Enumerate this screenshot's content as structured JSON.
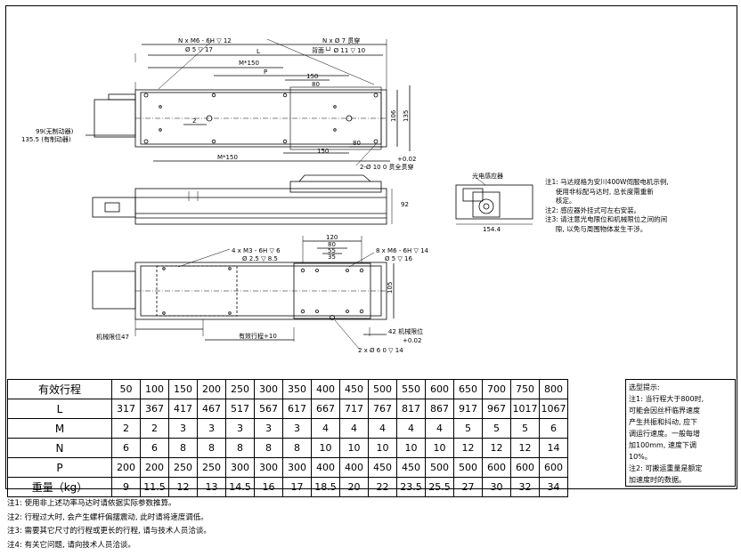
{
  "drawing": {
    "callouts": {
      "n_m6_top": "N x  M6 - 6H  ▽ 12",
      "dia5_top": "Ø 5  ▽ 17",
      "dim_L": "L",
      "dim_M150_top": "M*150",
      "dim_P": "P",
      "n_dia7": "N x Ø 7  贯穿",
      "counterbore": "背面└┘ Ø 11 ▽ 10",
      "dim_150_top": "150",
      "dim_80_top": "80",
      "dim_2": "2",
      "dim_106": "106",
      "dim_135": "135",
      "motor_99": "99(无制动器)",
      "motor_1355": "135.5 (有制动器)",
      "dim_150_bot": "150",
      "dim_80_bot": "80",
      "dim_M150_bot": "M*150",
      "pin_top": "2-Ø 10   0   贯全贯穿",
      "tol_top": "+0.02",
      "dim_92": "92",
      "sensor_label": "光电感应器",
      "dim_1544": "154.4",
      "dim_120": "120",
      "dim_80_mid": "80",
      "dim_55": "55",
      "dim_35": "35",
      "m3_callout": "4 x  M3 - 6H  ▽ 6",
      "dia25": "Ø 2.5  ▽ 8.5",
      "m6_slider": "8 x  M6 - 6H  ▽ 14",
      "dia5_slider": "Ø 5  ▽ 16",
      "dim_105": "105",
      "mech_limit_47": "机械限位47",
      "stroke_10": "有效行程+10",
      "mech_limit_42": "42  机械限位",
      "tol_bot": "+0.02",
      "pin_bot": "2 x Ø  6    0   ▽ 14"
    },
    "notes": [
      "注1: 马达规格为安川400W伺服电机示例,",
      "     使用非标配马达时, 总长度需重新",
      "     核定。",
      "注2: 感应器外挂式可左右安装。",
      "注3: 请注意光电限位和机械限位之间的间",
      "     隙, 以免与周围物体发生干涉。"
    ]
  },
  "table": {
    "rows": [
      {
        "label": "有效行程",
        "values": [
          "50",
          "100",
          "150",
          "200",
          "250",
          "300",
          "350",
          "400",
          "450",
          "500",
          "550",
          "600",
          "650",
          "700",
          "750",
          "800"
        ]
      },
      {
        "label": "L",
        "values": [
          "317",
          "367",
          "417",
          "467",
          "517",
          "567",
          "617",
          "667",
          "717",
          "767",
          "817",
          "867",
          "917",
          "967",
          "1017",
          "1067"
        ]
      },
      {
        "label": "M",
        "values": [
          "2",
          "2",
          "3",
          "3",
          "3",
          "3",
          "3",
          "4",
          "4",
          "4",
          "4",
          "4",
          "5",
          "5",
          "5",
          "6"
        ]
      },
      {
        "label": "N",
        "values": [
          "6",
          "6",
          "8",
          "8",
          "8",
          "8",
          "8",
          "10",
          "10",
          "10",
          "10",
          "10",
          "12",
          "12",
          "12",
          "14"
        ]
      },
      {
        "label": "P",
        "values": [
          "200",
          "200",
          "250",
          "250",
          "300",
          "300",
          "300",
          "400",
          "400",
          "450",
          "450",
          "500",
          "500",
          "600",
          "600",
          "600"
        ]
      },
      {
        "label": "重量（kg）",
        "values": [
          "9",
          "11.5",
          "12",
          "13",
          "14.5",
          "16",
          "17",
          "18.5",
          "20",
          "22",
          "23.5",
          "25.5",
          "27",
          "30",
          "32",
          "34"
        ]
      }
    ]
  },
  "tips": {
    "title": "选型提示:",
    "lines": [
      "注1: 当行程大于800时,",
      "可能会因丝杆临界速度",
      "产生共振和抖动, 应下",
      "调运行速度。一般每增",
      "加100mm, 速度下调",
      "10%。",
      "注2: 可搬运重量是额定",
      "加速度时的数据。"
    ]
  },
  "footer_notes": [
    "注1: 使用非上述功率马达时请依据实际参数推算。",
    "注2: 行程过大时, 会产生螺杆偏摆震动, 此时请将速度调低。",
    "注3: 需要其它尺寸的行程或更长的行程, 请与技术人员洽谈。",
    "注4: 有关它问题, 请向技术人员洽谈。"
  ]
}
